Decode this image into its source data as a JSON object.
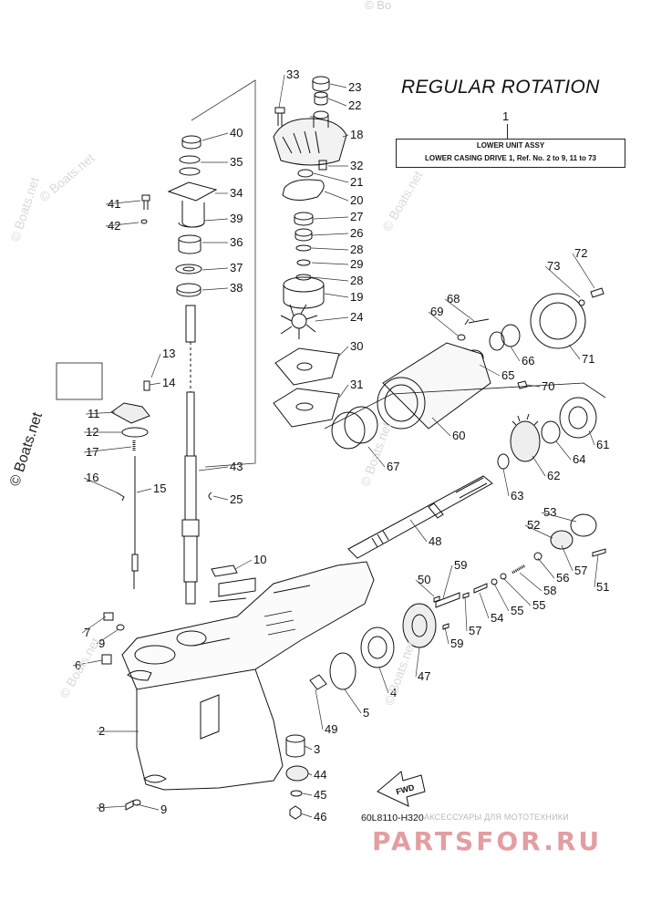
{
  "title": "REGULAR ROTATION",
  "assy": {
    "ref": "1",
    "line1": "LOWER UNIT ASSY",
    "line2": "LOWER CASING DRIVE 1,  Ref. No. 2 to 9, 11 to 73"
  },
  "fwd_label": "FWD",
  "diagram_code": "60L8110-H320",
  "shop_text": "АКСЕССУАРЫ ДЛЯ МОТОТЕХНИКИ",
  "brand": "PARTSFOR.RU",
  "watermarks": [
    "© Boats.net",
    "© Boats.net",
    "© Boats.net",
    "© Boats.net",
    "© Boats.net",
    "© Boats.net",
    "© Boats.net"
  ],
  "callouts": [
    "33",
    "23",
    "22",
    "18",
    "32",
    "21",
    "20",
    "27",
    "26",
    "28",
    "29",
    "28",
    "19",
    "24",
    "30",
    "31",
    "40",
    "35",
    "34",
    "41",
    "42",
    "39",
    "36",
    "37",
    "38",
    "13",
    "14",
    "11",
    "12",
    "17",
    "16",
    "15",
    "43",
    "25",
    "10",
    "72",
    "73",
    "68",
    "69",
    "66",
    "71",
    "65",
    "70",
    "60",
    "61",
    "64",
    "62",
    "67",
    "63",
    "53",
    "52",
    "57",
    "51",
    "56",
    "58",
    "55",
    "55",
    "54",
    "57",
    "59",
    "50",
    "59",
    "48",
    "47",
    "4",
    "5",
    "49",
    "3",
    "44",
    "45",
    "46",
    "7",
    "9",
    "6",
    "2",
    "8",
    "9"
  ]
}
